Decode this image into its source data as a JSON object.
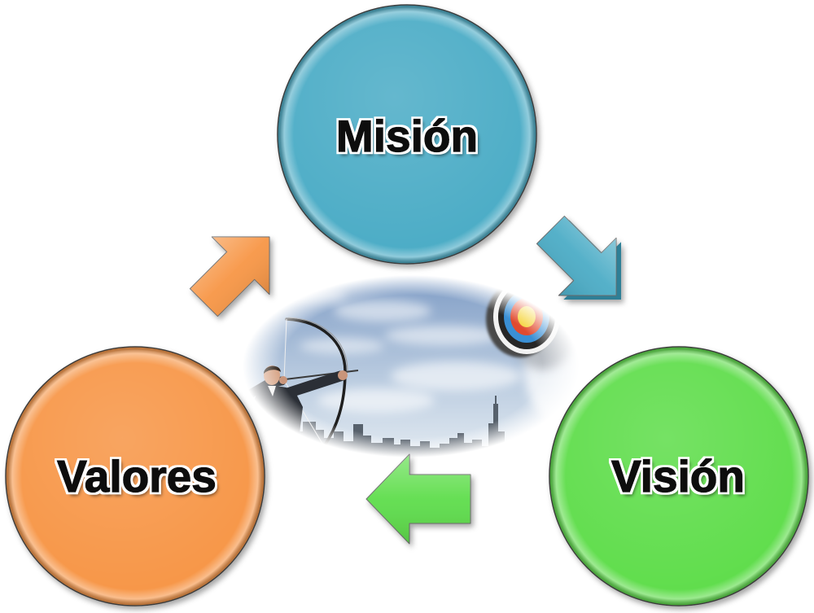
{
  "diagram": {
    "nodes": [
      {
        "label": "Misión",
        "color": "#4bacc6"
      },
      {
        "label": "Visión",
        "color": "#5edd4b"
      },
      {
        "label": "Valores",
        "color": "#f79646"
      }
    ],
    "arrows": [
      {
        "color": "#4bacc6"
      },
      {
        "color": "#5edd4b"
      },
      {
        "color": "#f79646"
      }
    ]
  }
}
